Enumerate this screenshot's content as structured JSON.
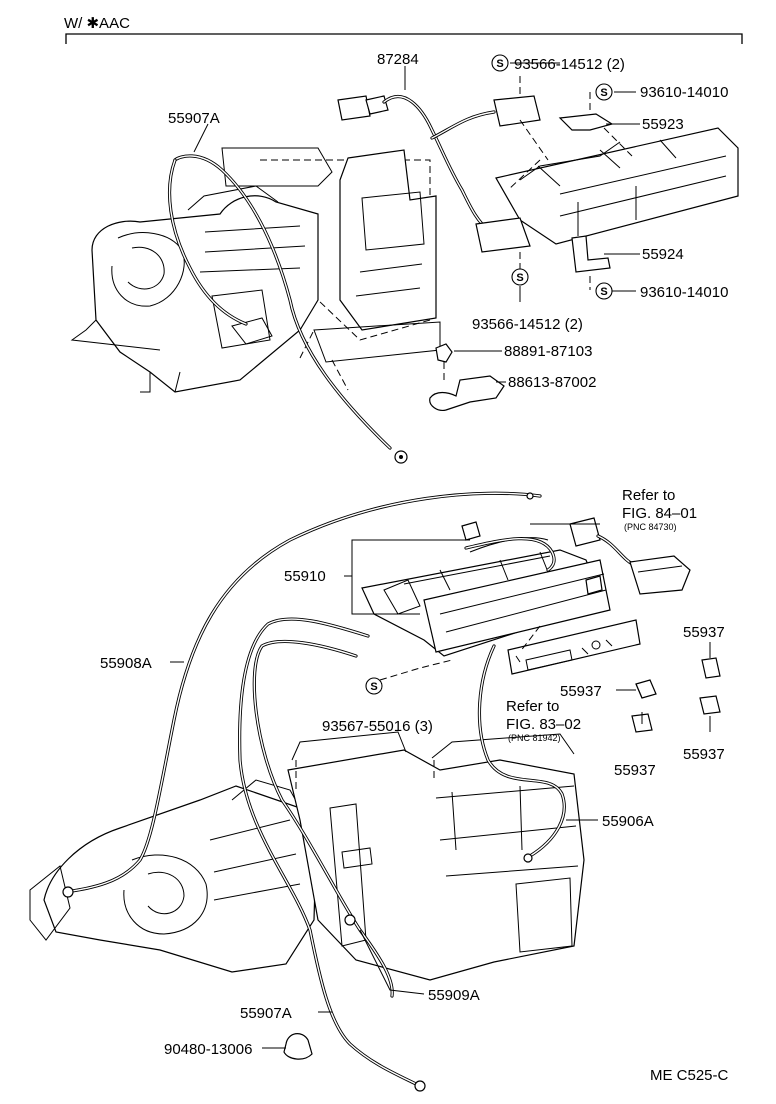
{
  "header": {
    "variant": "W/ ✱AAC"
  },
  "callouts": {
    "p87284": "87284",
    "p93566_top": "93566-14512 (2)",
    "p93610_top": "93610-14010",
    "p55923": "55923",
    "p55907A_top": "55907A",
    "p55924": "55924",
    "p93610_bot": "93610-14010",
    "p93566_bot": "93566-14512 (2)",
    "p88891": "88891-87103",
    "p88613": "88613-87002",
    "p55910": "55910",
    "p55908A": "55908A",
    "p93567": "93567-55016 (3)",
    "p55937_a": "55937",
    "p55937_b": "55937",
    "p55937_c": "55937",
    "p55937_d": "55937",
    "p55906A": "55906A",
    "p55909A": "55909A",
    "p55907A_bot": "55907A",
    "p90480": "90480-13006"
  },
  "references": {
    "fig84": {
      "line1": "Refer to",
      "line2": "FIG. 84–01",
      "pnc": "(PNC 84730)"
    },
    "fig83": {
      "line1": "Refer to",
      "line2": "FIG. 83–02",
      "pnc": "(PNC 81942)"
    }
  },
  "symbol_letter": "S",
  "footer": {
    "code": "ME C525-C"
  }
}
